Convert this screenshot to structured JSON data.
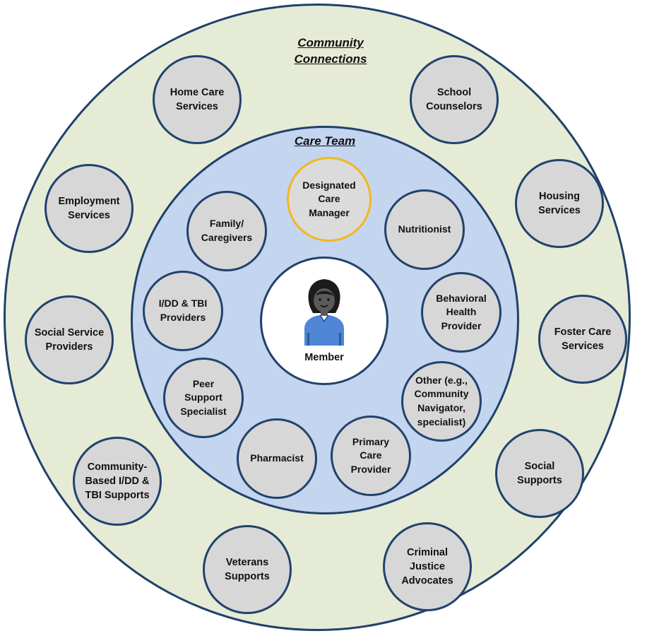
{
  "outer_ring": {
    "title": "Community\nConnections"
  },
  "inner_ring": {
    "title": "Care Team"
  },
  "member": {
    "label": "Member",
    "icon": "person-icon"
  },
  "care_team": [
    {
      "id": "designated-care-manager",
      "label": "Designated\nCare\nManager",
      "highlight": true
    },
    {
      "id": "nutritionist",
      "label": "Nutritionist"
    },
    {
      "id": "behavioral-health-provider",
      "label": "Behavioral\nHealth\nProvider"
    },
    {
      "id": "other",
      "label": "Other (e.g.,\nCommunity\nNavigator,\nspecialist)"
    },
    {
      "id": "primary-care-provider",
      "label": "Primary\nCare\nProvider"
    },
    {
      "id": "pharmacist",
      "label": "Pharmacist"
    },
    {
      "id": "peer-support-specialist",
      "label": "Peer\nSupport\nSpecialist"
    },
    {
      "id": "idd-tbi-providers",
      "label": "I/DD & TBI\nProviders"
    },
    {
      "id": "family-caregivers",
      "label": "Family/\nCaregivers"
    }
  ],
  "community": [
    {
      "id": "home-care-services",
      "label": "Home Care\nServices"
    },
    {
      "id": "school-counselors",
      "label": "School\nCounselors"
    },
    {
      "id": "housing-services",
      "label": "Housing\nServices"
    },
    {
      "id": "foster-care-services",
      "label": "Foster Care\nServices"
    },
    {
      "id": "social-supports",
      "label": "Social\nSupports"
    },
    {
      "id": "criminal-justice-advocates",
      "label": "Criminal\nJustice\nAdvocates"
    },
    {
      "id": "veterans-supports",
      "label": "Veterans\nSupports"
    },
    {
      "id": "community-based-supports",
      "label": "Community-\nBased I/DD &\nTBI Supports"
    },
    {
      "id": "social-service-providers",
      "label": "Social Service\nProviders"
    },
    {
      "id": "employment-services",
      "label": "Employment\nServices"
    }
  ],
  "colors": {
    "outer_fill": "#e6ebd5",
    "inner_fill": "#c3d5ef",
    "node_fill": "#d7d7d7",
    "border": "#21416b",
    "highlight_border": "#f2b71b"
  }
}
